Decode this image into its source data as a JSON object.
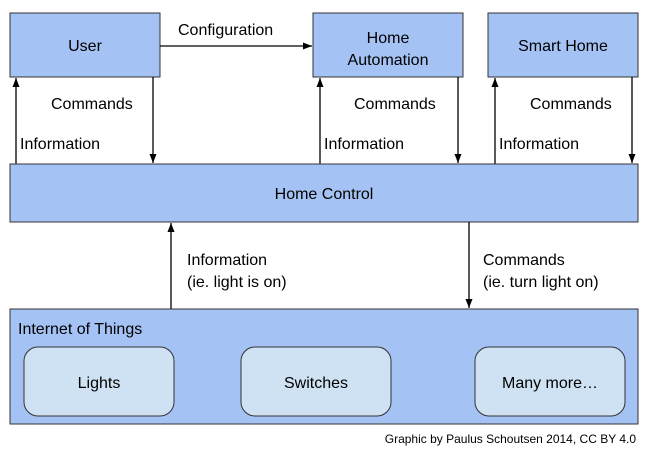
{
  "top_boxes": {
    "user": "User",
    "home_automation": [
      "Home",
      "Automation"
    ],
    "smart_home": "Smart Home"
  },
  "middle_box": "Home Control",
  "bottom_box": {
    "title": "Internet of Things",
    "items": [
      "Lights",
      "Switches",
      "Many more…"
    ]
  },
  "edge_labels": {
    "configuration": "Configuration",
    "commands": "Commands",
    "information": "Information",
    "information_detail": [
      "Information",
      "(ie. light is on)"
    ],
    "commands_detail": [
      "Commands",
      "(ie. turn light on)"
    ]
  },
  "credit": "Graphic by Paulus Schoutsen 2014, CC BY 4.0"
}
